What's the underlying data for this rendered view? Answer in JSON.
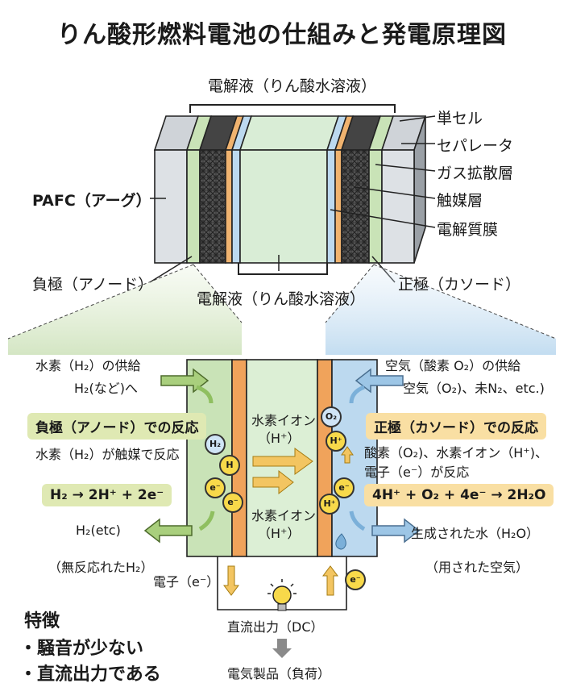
{
  "title": "りん酸形燃料電池の仕組みと発電原理図",
  "top": {
    "electrolyte_top": "電解液（りん酸水溶液）",
    "electrolyte_bottom": "電解液（りん酸水溶液）",
    "pafc": "PAFC（アーグ）",
    "anode": "負極（アノード）",
    "cathode": "正極（カソード）",
    "layers": [
      "単セル",
      "セパレータ",
      "ガス拡散層",
      "触媒層",
      "電解質膜"
    ]
  },
  "bottom": {
    "h2_supply": "水素（H₂）の供給",
    "h2_sub": "H₂(など)へ",
    "air_supply": "空気（酸素 O₂）の供給",
    "air_sub": "空気（O₂)、未N₂、etc.)",
    "anode_reaction_title": "負極（アノード）での反応",
    "anode_reaction_desc": "水素（H₂）が触媒で反応",
    "anode_equation": "H₂ → 2H⁺ + 2e⁻",
    "cathode_reaction_title": "正極（カソード）での反応",
    "cathode_reaction_desc1": "酸素（O₂)、水素イオン（H⁺)、",
    "cathode_reaction_desc2": "電子（e⁻）が反応",
    "cathode_equation": "4H⁺ + O₂ + 4e⁻ → 2H₂O",
    "ion_label_1a": "水素イオン",
    "ion_label_1b": "（H⁺）",
    "ion_label_2a": "水素イオン",
    "ion_label_2b": "（H⁺）",
    "h2_out": "H₂(etc)",
    "h2_out_sub": "（無反応れたH₂）",
    "water_out": "生成された水（H₂O）",
    "water_out_sub": "（用された空気）",
    "electron": "電子（e⁻）",
    "dc_output": "直流出力（DC）",
    "load": "電気製品（負荷）"
  },
  "icons": {
    "h2": "H₂",
    "h_atom": "H",
    "e": "e⁻",
    "h_plus": "H⁺",
    "o2": "O₂"
  },
  "features": {
    "heading": "特徴",
    "items": [
      "・騒音が少ない",
      "・直流出力である"
    ]
  }
}
